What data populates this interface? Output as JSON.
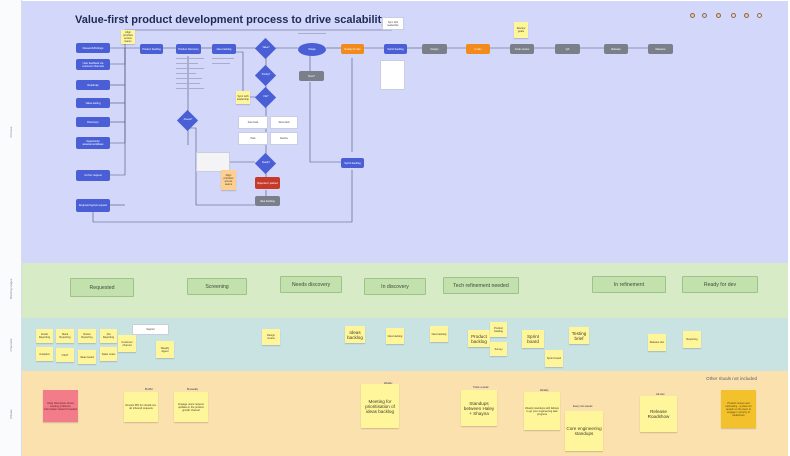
{
  "title": "Value-first product development process to drive scalability",
  "lanes": [
    {
      "label": "Process",
      "color": "#d3d8fb"
    },
    {
      "label": "Backlog stages",
      "color": "#d7ecc6"
    },
    {
      "label": "Channels",
      "color": "#c9e3e3"
    },
    {
      "label": "Rituals",
      "color": "#fbe1ad"
    }
  ],
  "colors": {
    "process_node": "#4a5fd6",
    "stage_node": "#7b7f8a",
    "highlight_node": "#f28a1c",
    "alert_node": "#c63a2a",
    "sticky": "#fff59a",
    "sticky_pink": "#f27c8a",
    "sticky_gold": "#f3c12b"
  },
  "process": {
    "inputs": [
      "Research/findings",
      "User feedback via customer channels",
      "Roadmap",
      "Value testing",
      "Discovery",
      "Opportunity assessment/ideas"
    ],
    "later_inputs": [
      "Ad hoc request",
      "Engineering/ops request"
    ],
    "nodes": [
      "Product backlog",
      "Product discovery",
      "Idea backlog",
      "Shape",
      "Ready for dev",
      "Sprint backlog",
      "Design",
      "In dev",
      "Code review",
      "QA",
      "Release",
      "Measure"
    ],
    "decisions": [
      "Value?",
      "Priority?",
      "Fits?",
      "Now?",
      "Assess?",
      "Ready?"
    ],
    "alert": "Rejected / parked",
    "options": [
      "Fast track",
      "Slow track",
      "Park",
      "Decline"
    ],
    "floating_note": "Align priorities across teams",
    "top_note": "Sync with leadership",
    "right_note": "Review goals"
  },
  "stages": [
    "Requested",
    "Screening",
    "Needs discovery",
    "In discovery",
    "Tech refinement needed",
    "In refinement",
    "Ready for dev"
  ],
  "channels": {
    "left_notes": [
      "Email Reporting",
      "Slack Reporting",
      "Notion Reporting",
      "Jira Reporting",
      "Customer channel",
      "Analytics",
      "CSAT",
      "Ideas board",
      "Sales notes",
      "Support",
      "Weekly digest",
      "Survey"
    ],
    "channel_notes": [
      "Design review",
      "Idea backlog",
      "Product backlog",
      "Sprint board",
      "Testing brief",
      "Release doc",
      "Reporting"
    ],
    "big": {
      "ideas": "Ideas backlog",
      "product": "Product backlog",
      "sprint": "Sprint board",
      "testing": "Testing brief"
    }
  },
  "rituals": {
    "other_label": "Other rituals not included",
    "pink": "Daily discussion of last meeting problems, information shared if needed",
    "gold": "Product review and estimating - a place for people on the team to engage in priority of tasks/work",
    "items": [
      {
        "head": "Bi-Wkl",
        "body": "Review PID for should-not-do inbound requests"
      },
      {
        "head": "Bi-weekly",
        "body": "Engage users request updates in the product growth channel"
      },
      {
        "head": "Weekly",
        "body": "Meeting for prioritisation of ideas backlog"
      },
      {
        "head": "Twice a week",
        "body": "Standups between Haley + Shayna"
      },
      {
        "head": "Weekly",
        "body": "Weekly standups with fellows to go your engineering task progress"
      },
      {
        "head": "Every two weeks",
        "body": "Core engineering standups"
      },
      {
        "head": "Ad-Hoc",
        "body": "Release Roadshow"
      }
    ]
  }
}
